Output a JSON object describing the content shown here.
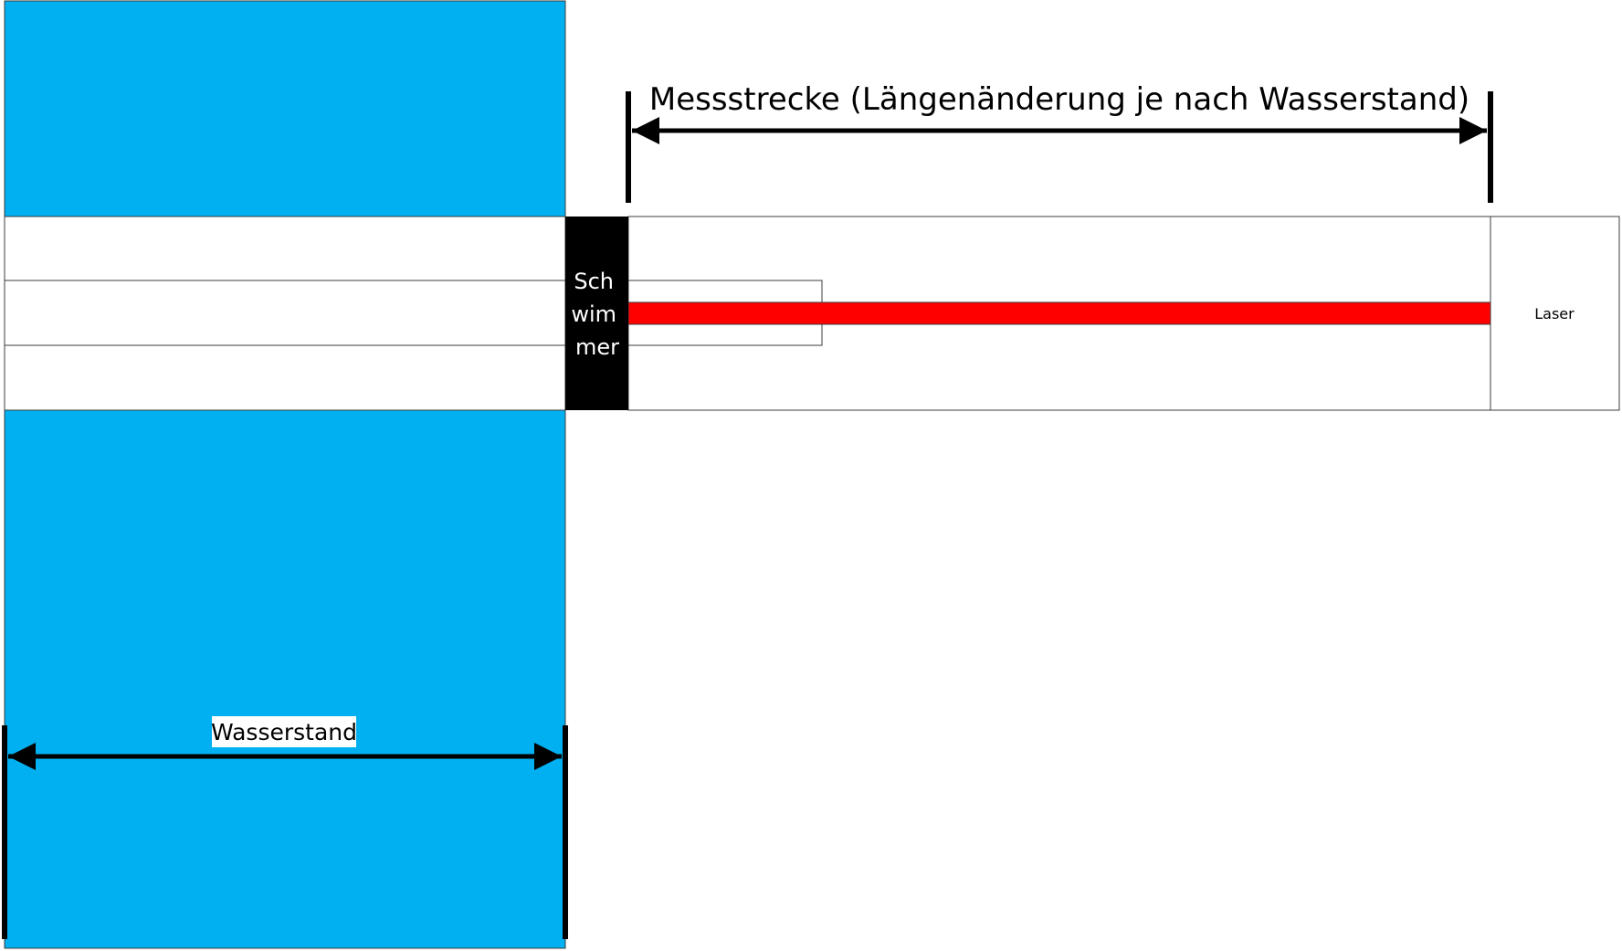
{
  "diagram": {
    "measuring_distance_label": "Messstrecke (Längenänderung je nach Wasserstand)",
    "water_level_label": "Wasserstand",
    "float_label": [
      "Sch",
      "wim",
      "mer"
    ],
    "laser_label": "Laser"
  },
  "colors": {
    "water": "#00B0F0",
    "beam": "#FF0000",
    "float": "#000000",
    "outline": "#3c3c3c",
    "background": "#FFFFFF"
  }
}
